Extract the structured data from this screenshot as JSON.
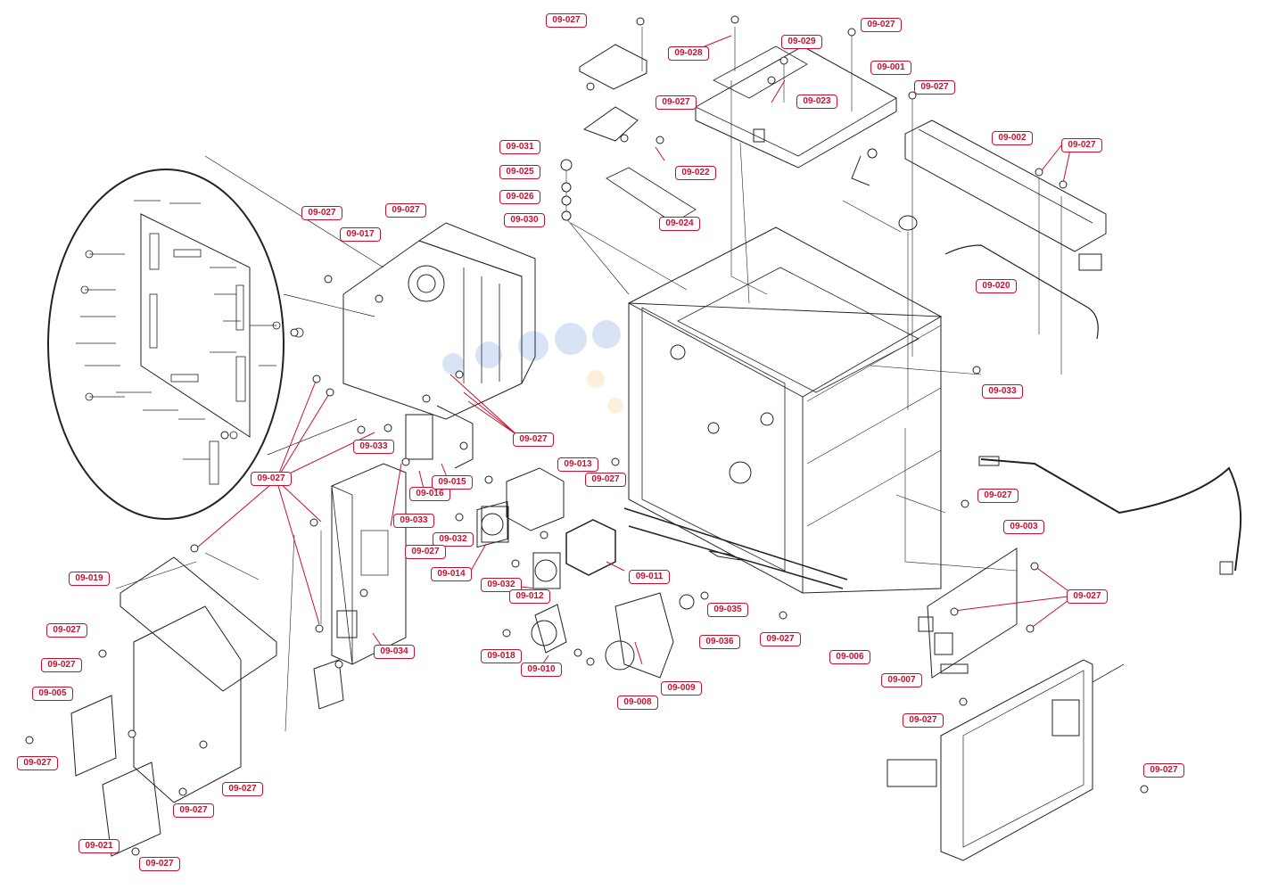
{
  "accent_color": "#c8102e",
  "line_color": "#222222",
  "callouts": [
    "09-027",
    "09-028",
    "09-028",
    "09-029",
    "09-001",
    "09-023",
    "09-027",
    "09-027",
    "09-022",
    "09-002",
    "09-027",
    "09-031",
    "09-025",
    "09-026",
    "09-030",
    "09-024",
    "09-027",
    "09-027",
    "09-017",
    "09-020",
    "09-033",
    "09-027",
    "09-033",
    "09-016",
    "09-015",
    "09-013",
    "09-027",
    "09-027",
    "09-033",
    "09-027",
    "09-032",
    "09-014",
    "09-027",
    "09-032",
    "09-012",
    "09-011",
    "09-035",
    "09-003",
    "09-027",
    "09-027",
    "09-019",
    "09-027",
    "09-034",
    "09-018",
    "09-010",
    "09-036",
    "09-006",
    "09-027",
    "09-005",
    "09-007",
    "09-008",
    "09-009",
    "09-027",
    "09-027",
    "09-027",
    "09-027",
    "09-027",
    "09-021",
    "09-027",
    "09-027"
  ]
}
